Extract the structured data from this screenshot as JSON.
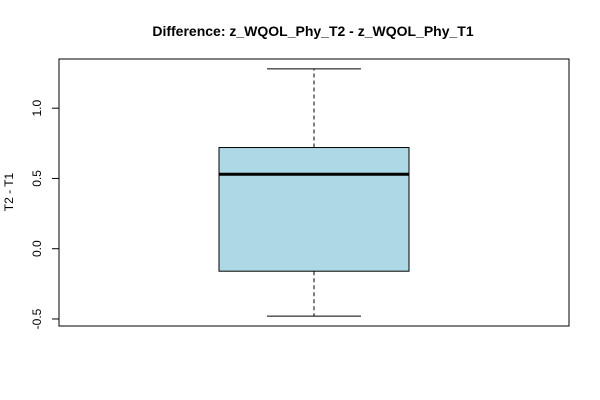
{
  "chart_data": {
    "type": "box",
    "title": "Difference: z_WQOL_Phy_T2 - z_WQOL_Phy_T1",
    "xlabel": "",
    "ylabel": "T2 - T1",
    "ylim": [
      -0.55,
      1.35
    ],
    "yticks": [
      -0.5,
      0.0,
      0.5,
      1.0
    ],
    "ytick_labels": [
      "-0.5",
      "0.0",
      "0.5",
      "1.0"
    ],
    "grid": false,
    "box": {
      "min": -0.48,
      "q1": -0.16,
      "median": 0.53,
      "q3": 0.72,
      "max": 1.28
    },
    "box_fill_color": "#add8e6",
    "box_border_color": "#000000"
  }
}
